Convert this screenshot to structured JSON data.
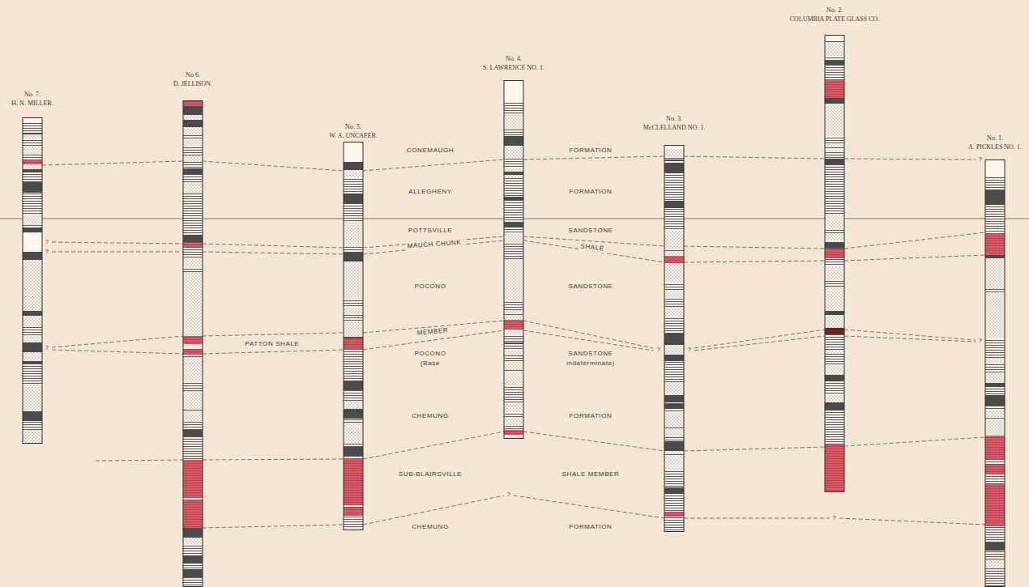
{
  "diagram": {
    "nodes": [
      {
        "text": [
          "No. 7.",
          "H. N. MILLER."
        ]
      },
      {
        "text": [
          "No 6.",
          "D. JELLISON."
        ]
      },
      {
        "text": [
          "No. 5.",
          "W. A. UNCAFER."
        ]
      },
      {
        "text": [
          "No. 4.",
          "S. LAWRENCE NO. 1."
        ]
      },
      {
        "text": [
          "No. 3.",
          "McCLELLAND NO. 1."
        ]
      },
      {
        "text": [
          "No. 2.",
          "COLUMBIA PLATE GLASS CO."
        ]
      },
      {
        "text": [
          "No. 1.",
          "A. PICKLES NO. 1."
        ]
      }
    ],
    "labels": [
      "CONEMAUGH",
      "FORMATION",
      "?",
      "ALLEGHENY",
      "FORMATION",
      "POTTSVILLE",
      "SANDSTONE",
      "?",
      "MAUCH CHUNK",
      "SHALE",
      "?",
      "POCONO",
      "SANDSTONE",
      "MEMBER",
      "?",
      "PATTON SHALE",
      "?",
      "?",
      "?",
      "POCONO",
      "(Base",
      "SANDSTONE",
      "indeterminate)",
      "CHEMUNG",
      "FORMATION",
      "SUB-BLAIRSVILLE",
      "SHALE MEMBER",
      "?",
      "?",
      "CHEMUNG",
      "FORMATION"
    ]
  }
}
